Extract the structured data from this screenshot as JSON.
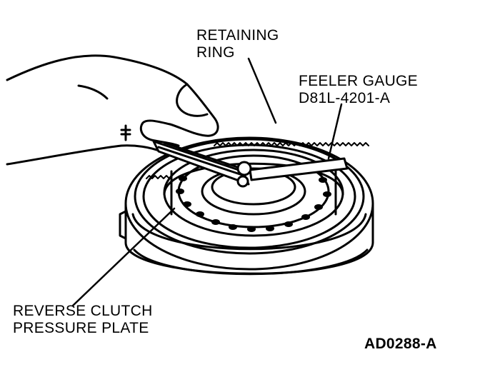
{
  "labels": {
    "retaining_ring": [
      "RETAINING",
      "RING"
    ],
    "feeler_gauge": [
      "FEELER GAUGE",
      "D81L-4201-A"
    ],
    "pressure_plate": [
      "REVERSE CLUTCH",
      "PRESSURE PLATE"
    ]
  },
  "figure_code": "AD0288-A",
  "colors": {
    "ink": "#000000",
    "paper": "#ffffff"
  }
}
